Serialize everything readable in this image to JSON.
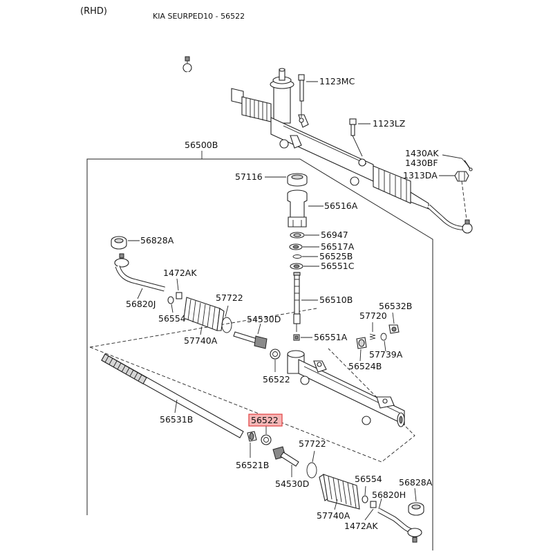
{
  "header": {
    "drive_side": "(RHD)",
    "title": "KIA SEURPED10 - 56522"
  },
  "highlight": {
    "part_no": "56522",
    "color": "#e34a4a",
    "fill": "#f6b6b6"
  },
  "labels": {
    "p1123MC": "1123MC",
    "p1123LZ": "1123LZ",
    "p1430AK": "1430AK",
    "p1430BF": "1430BF",
    "p1313DA": "1313DA",
    "p56500B": "56500B",
    "p57116": "57116",
    "p56516A": "56516A",
    "p56947": "56947",
    "p56517A": "56517A",
    "p56525B": "56525B",
    "p56551C": "56551C",
    "p56510B": "56510B",
    "p56551A": "56551A",
    "p56828A_top": "56828A",
    "p1472AK_top": "1472AK",
    "p56820J": "56820J",
    "p56554_top": "56554",
    "p57722_top": "57722",
    "p54530D_top": "54530D",
    "p57740A_top": "57740A",
    "p56522_top": "56522",
    "p56532B": "56532B",
    "p57720": "57720",
    "p57739A": "57739A",
    "p56524B": "56524B",
    "p56531B": "56531B",
    "p56521B": "56521B",
    "p57722_bot": "57722",
    "p54530D_bot": "54530D",
    "p56554_bot": "56554",
    "p56828A_bot": "56828A",
    "p56820H": "56820H",
    "p57740A_bot": "57740A",
    "p1472AK_bot": "1472AK"
  }
}
